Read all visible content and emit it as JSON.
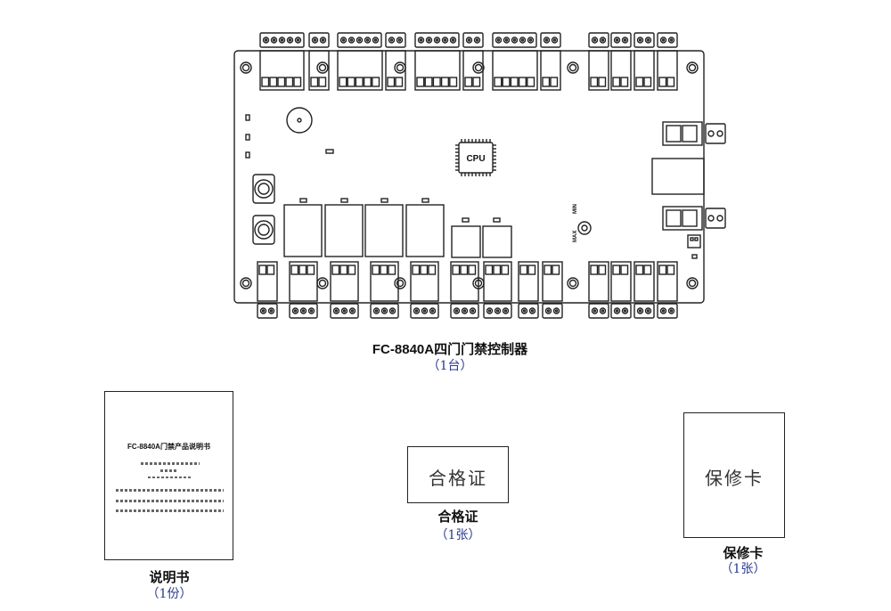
{
  "board": {
    "cpu_label": "CPU",
    "pot_max": "MAX",
    "pot_min": "MIN",
    "title": "FC-8840A四门门禁控制器",
    "qty": "（1台）"
  },
  "manual": {
    "cover_title": "FC-8840A门禁产品说明书",
    "title": "说明书",
    "qty": "（1份）"
  },
  "certificate": {
    "card_text": "合格证",
    "title": "合格证",
    "qty": "（1张）"
  },
  "warranty": {
    "card_text": "保修卡",
    "title": "保修卡",
    "qty": "（1张）"
  }
}
